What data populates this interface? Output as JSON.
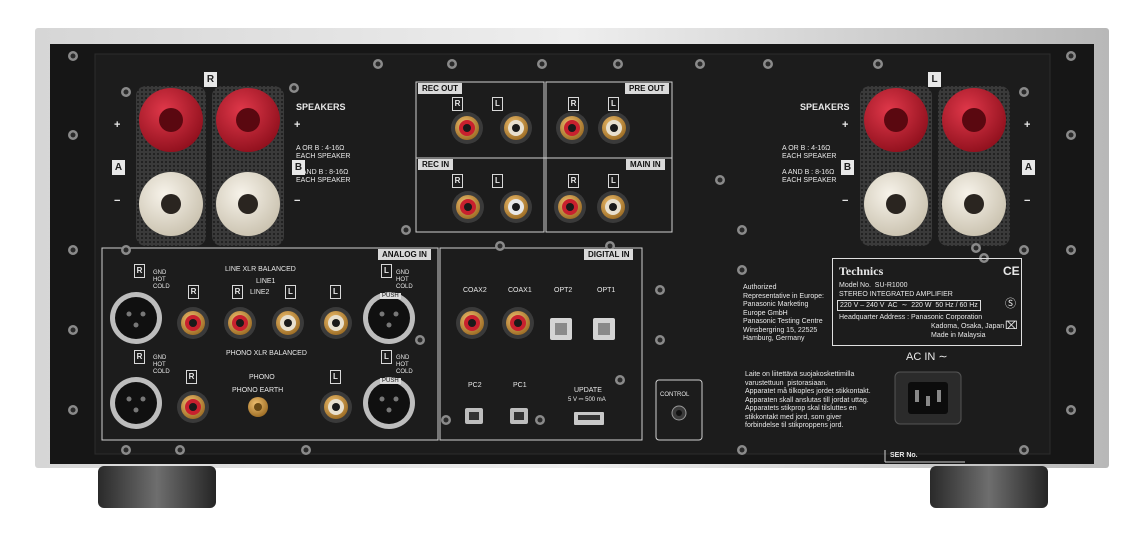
{
  "speakers": {
    "title": "SPEAKERS",
    "a_or_b_line1": "A OR B : 4-16Ω",
    "a_or_b_line2": "EACH SPEAKER",
    "a_and_b_line1": "A AND B : 8-16Ω",
    "a_and_b_line2": "EACH SPEAKER",
    "label_a": "A",
    "label_b": "B",
    "plus": "+",
    "minus": "−"
  },
  "channel": {
    "right": "R",
    "left": "L"
  },
  "rec_out": "REC OUT",
  "pre_out": "PRE OUT",
  "rec_in": "REC IN",
  "main_in": "MAIN IN",
  "analog_in": {
    "title": "ANALOG IN",
    "line_xlr": "LINE XLR BALANCED",
    "line1": "LINE1",
    "line2": "LINE2",
    "phono_xlr": "PHONO XLR BALANCED",
    "phono": "PHONO",
    "phono_earth": "PHONO EARTH",
    "gnd": "GND",
    "hot": "HOT",
    "cold": "COLD",
    "push": "PUSH"
  },
  "digital_in": {
    "title": "DIGITAL IN",
    "coax2": "COAX2",
    "coax1": "COAX1",
    "opt2": "OPT2",
    "opt1": "OPT1",
    "pc2": "PC2",
    "pc1": "PC1",
    "update": "UPDATE",
    "update_spec": "5 V ⎓ 500 mA",
    "control": "CONTROL"
  },
  "rep_info": [
    "Authorized",
    "Representative in Europe:",
    "Panasonic Marketing",
    "Europe GmbH",
    "Panasonic Testing Centre",
    "Winsbergring 15, 22525",
    "Hamburg, Germany"
  ],
  "plate": {
    "brand": "Technics",
    "ce": "CE",
    "model": "Model No.  SU-R1000",
    "desc": "STEREO INTEGRATED AMPLIFIER",
    "rating": "220 V – 240 V  AC  ∼  220 W  50 Hz / 60 Hz",
    "hq1": "Headquarter Address : Panasonic Corporation",
    "hq2": "Kadoma, Osaka, Japan",
    "made": "Made in Malaysia"
  },
  "warning": [
    "Laite on liitettävä suojakoskettimilla",
    "varustettuun  pistorasiaan.",
    "Apparatet må tilkoples jordet stikkontakt.",
    "Apparaten skall anslutas till jordat uttag.",
    "Apparatets stikprop skal tilsluttes en",
    "stikkontakt med jord, som giver",
    "forbindelse til stikproppens jord."
  ],
  "ac_in": "AC IN ∼",
  "ser_no": "SER No.",
  "colors": {
    "panel": "#161616",
    "silver": "#c6c6c6",
    "red_post": "#b01826",
    "cream_post": "#e6dfd0",
    "gold": "#c9923a"
  }
}
